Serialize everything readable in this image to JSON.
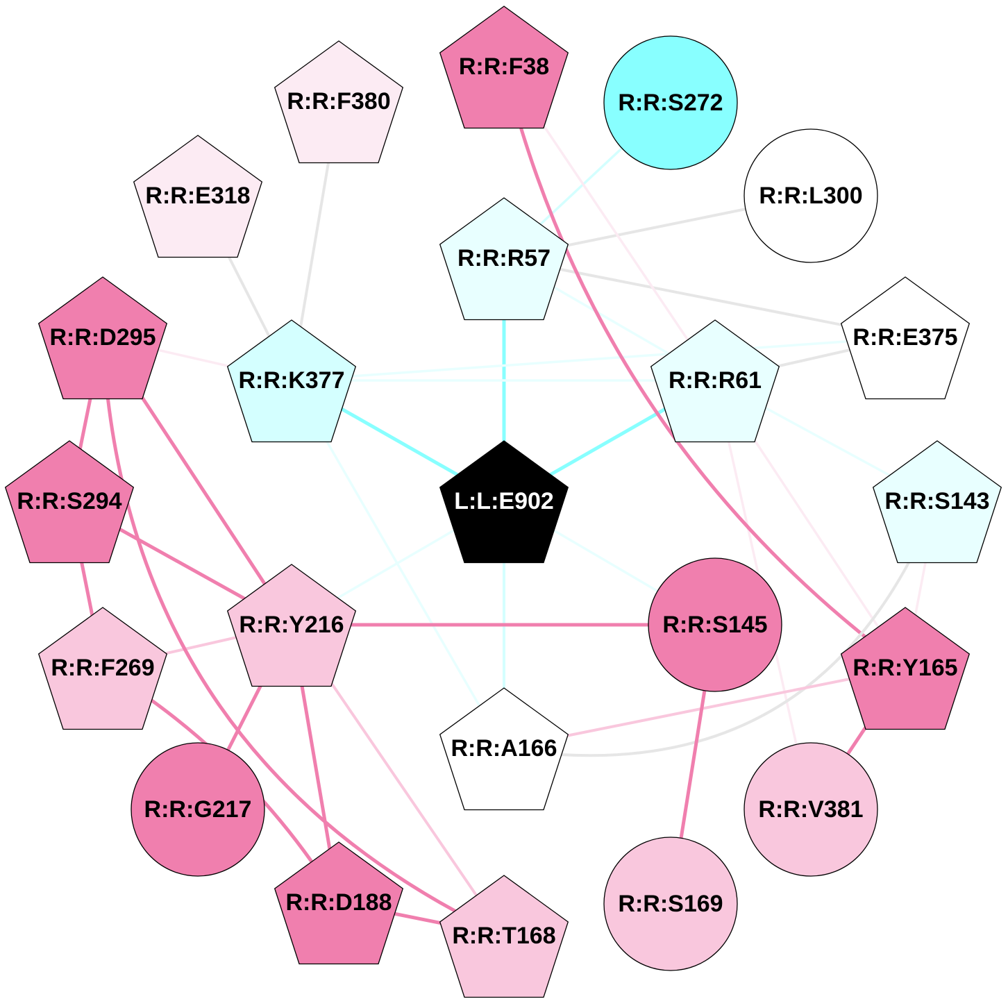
{
  "colors": {
    "cyan": "#88FFFF",
    "cyan_light": "#D4FFFF",
    "cyan_pale": "#E8FFFF",
    "pink": "#F07FAE",
    "pink_light": "#F9C7DD",
    "pink_pale": "#FCEBF3",
    "grey": "#E6E6E6",
    "black": "#000000",
    "white": "#FFFFFF"
  },
  "nodes": [
    {
      "id": "F38",
      "label": "R:R:F38",
      "shape": "pentagon",
      "fill": "#F07FAE",
      "text": "#000000"
    },
    {
      "id": "S272",
      "label": "R:R:S272",
      "shape": "circle",
      "fill": "#88FFFF",
      "text": "#000000"
    },
    {
      "id": "F380",
      "label": "R:R:F380",
      "shape": "pentagon",
      "fill": "#FCEBF3",
      "text": "#000000"
    },
    {
      "id": "L300",
      "label": "R:R:L300",
      "shape": "circle",
      "fill": "#FFFFFF",
      "text": "#000000"
    },
    {
      "id": "E318",
      "label": "R:R:E318",
      "shape": "pentagon",
      "fill": "#FCEBF3",
      "text": "#000000"
    },
    {
      "id": "R57",
      "label": "R:R:R57",
      "shape": "pentagon",
      "fill": "#E8FFFF",
      "text": "#000000"
    },
    {
      "id": "D295",
      "label": "R:R:D295",
      "shape": "pentagon",
      "fill": "#F07FAE",
      "text": "#000000"
    },
    {
      "id": "E375",
      "label": "R:R:E375",
      "shape": "pentagon",
      "fill": "#FFFFFF",
      "text": "#000000"
    },
    {
      "id": "K377",
      "label": "R:R:K377",
      "shape": "pentagon",
      "fill": "#D4FFFF",
      "text": "#000000"
    },
    {
      "id": "R61",
      "label": "R:R:R61",
      "shape": "pentagon",
      "fill": "#E8FFFF",
      "text": "#000000"
    },
    {
      "id": "S294",
      "label": "R:R:S294",
      "shape": "pentagon",
      "fill": "#F07FAE",
      "text": "#000000"
    },
    {
      "id": "E902",
      "label": "L:L:E902",
      "shape": "pentagon",
      "fill": "#000000",
      "text": "#FFFFFF"
    },
    {
      "id": "S143",
      "label": "R:R:S143",
      "shape": "pentagon",
      "fill": "#E8FFFF",
      "text": "#000000"
    },
    {
      "id": "Y216",
      "label": "R:R:Y216",
      "shape": "pentagon",
      "fill": "#F9C7DD",
      "text": "#000000"
    },
    {
      "id": "S145",
      "label": "R:R:S145",
      "shape": "circle",
      "fill": "#F07FAE",
      "text": "#000000"
    },
    {
      "id": "F269",
      "label": "R:R:F269",
      "shape": "pentagon",
      "fill": "#F9C7DD",
      "text": "#000000"
    },
    {
      "id": "Y165",
      "label": "R:R:Y165",
      "shape": "pentagon",
      "fill": "#F07FAE",
      "text": "#000000"
    },
    {
      "id": "A166",
      "label": "R:R:A166",
      "shape": "pentagon",
      "fill": "#FFFFFF",
      "text": "#000000"
    },
    {
      "id": "G217",
      "label": "R:R:G217",
      "shape": "circle",
      "fill": "#F07FAE",
      "text": "#000000"
    },
    {
      "id": "V381",
      "label": "R:R:V381",
      "shape": "circle",
      "fill": "#F9C7DD",
      "text": "#000000"
    },
    {
      "id": "D188",
      "label": "R:R:D188",
      "shape": "pentagon",
      "fill": "#F07FAE",
      "text": "#000000"
    },
    {
      "id": "S169",
      "label": "R:R:S169",
      "shape": "circle",
      "fill": "#F9C7DD",
      "text": "#000000"
    },
    {
      "id": "T168",
      "label": "R:R:T168",
      "shape": "pentagon",
      "fill": "#F9C7DD",
      "text": "#000000"
    }
  ],
  "edges": [
    {
      "from": "E902",
      "to": "R57",
      "color": "#88FFFF",
      "weight": "strong"
    },
    {
      "from": "E902",
      "to": "K377",
      "color": "#88FFFF",
      "weight": "strong"
    },
    {
      "from": "E902",
      "to": "R61",
      "color": "#88FFFF",
      "weight": "strong"
    },
    {
      "from": "E902",
      "to": "A166",
      "color": "#D4FFFF",
      "weight": "medium"
    },
    {
      "from": "E902",
      "to": "S145",
      "color": "#E8FFFF",
      "weight": "light"
    },
    {
      "from": "E902",
      "to": "Y216",
      "color": "#E8FFFF",
      "weight": "light"
    },
    {
      "from": "R57",
      "to": "S272",
      "color": "#D4FFFF",
      "weight": "light"
    },
    {
      "from": "R57",
      "to": "L300",
      "color": "#E6E6E6",
      "weight": "medium"
    },
    {
      "from": "R57",
      "to": "E375",
      "color": "#E6E6E6",
      "weight": "medium"
    },
    {
      "from": "R57",
      "to": "R61",
      "color": "#E8FFFF",
      "weight": "light"
    },
    {
      "from": "K377",
      "to": "E375",
      "color": "#E8FFFF",
      "weight": "light"
    },
    {
      "from": "K377",
      "to": "R61",
      "color": "#E8FFFF",
      "weight": "light"
    },
    {
      "from": "K377",
      "to": "F380",
      "color": "#E6E6E6",
      "weight": "medium"
    },
    {
      "from": "K377",
      "to": "E318",
      "color": "#E6E6E6",
      "weight": "medium"
    },
    {
      "from": "K377",
      "to": "D295",
      "color": "#FCEBF3",
      "weight": "light"
    },
    {
      "from": "K377",
      "to": "A166",
      "color": "#E8FFFF",
      "weight": "light"
    },
    {
      "from": "R61",
      "to": "E375",
      "color": "#E6E6E6",
      "weight": "medium"
    },
    {
      "from": "R61",
      "to": "S143",
      "color": "#E8FFFF",
      "weight": "light"
    },
    {
      "from": "R61",
      "to": "Y165",
      "color": "#FCEBF3",
      "weight": "light"
    },
    {
      "from": "R61",
      "to": "V381",
      "color": "#FCEBF3",
      "weight": "light"
    },
    {
      "from": "R61",
      "to": "F38",
      "color": "#FCEBF3",
      "weight": "light"
    },
    {
      "from": "F38",
      "to": "Y165",
      "color": "#F07FAE",
      "weight": "strong",
      "curve": 18
    },
    {
      "from": "S143",
      "to": "Y165",
      "color": "#FCEBF3",
      "weight": "light"
    },
    {
      "from": "S143",
      "to": "A166",
      "color": "#E6E6E6",
      "weight": "medium",
      "curve": -40
    },
    {
      "from": "A166",
      "to": "Y165",
      "color": "#F9C7DD",
      "weight": "medium"
    },
    {
      "from": "Y165",
      "to": "V381",
      "color": "#F07FAE",
      "weight": "strong"
    },
    {
      "from": "S145",
      "to": "S169",
      "color": "#F07FAE",
      "weight": "strong"
    },
    {
      "from": "Y216",
      "to": "S145",
      "color": "#F07FAE",
      "weight": "strong"
    },
    {
      "from": "Y216",
      "to": "D295",
      "color": "#F07FAE",
      "weight": "strong"
    },
    {
      "from": "Y216",
      "to": "S294",
      "color": "#F07FAE",
      "weight": "strong"
    },
    {
      "from": "Y216",
      "to": "F269",
      "color": "#F9C7DD",
      "weight": "medium"
    },
    {
      "from": "Y216",
      "to": "G217",
      "color": "#F07FAE",
      "weight": "strong"
    },
    {
      "from": "Y216",
      "to": "D188",
      "color": "#F07FAE",
      "weight": "strong"
    },
    {
      "from": "Y216",
      "to": "T168",
      "color": "#F9C7DD",
      "weight": "medium"
    },
    {
      "from": "D295",
      "to": "S294",
      "color": "#F07FAE",
      "weight": "strong"
    },
    {
      "from": "D295",
      "to": "T168",
      "color": "#F07FAE",
      "weight": "strong",
      "curve": 30
    },
    {
      "from": "S294",
      "to": "F269",
      "color": "#F07FAE",
      "weight": "strong"
    },
    {
      "from": "F269",
      "to": "D188",
      "color": "#F07FAE",
      "weight": "strong",
      "curve": -12
    },
    {
      "from": "D188",
      "to": "T168",
      "color": "#F07FAE",
      "weight": "strong"
    }
  ]
}
